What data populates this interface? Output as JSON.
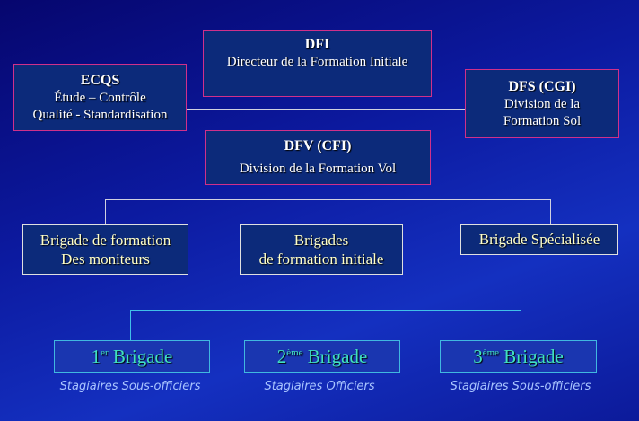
{
  "top": {
    "dfi": {
      "title": "DFI",
      "subtitle": "Directeur de la Formation Initiale"
    },
    "ecqs": {
      "title": "ECQS",
      "line1": "Étude – Contrôle",
      "line2": "Qualité - Standardisation"
    },
    "dfs": {
      "title": "DFS (CGI)",
      "line1": "Division de la",
      "line2": "Formation Sol"
    },
    "dfv": {
      "title": "DFV (CFI)",
      "subtitle": "Division de la Formation Vol"
    }
  },
  "middle": [
    {
      "line1": "Brigade de formation",
      "line2": "Des moniteurs"
    },
    {
      "line1": "Brigades",
      "line2": "de formation initiale"
    },
    {
      "line1": "Brigade Spécialisée"
    }
  ],
  "brigades": [
    {
      "num": "1",
      "sup": "er",
      "label": "Brigade",
      "caption": "Stagiaires Sous-officiers"
    },
    {
      "num": "2",
      "sup": "ème",
      "label": "Brigade",
      "caption": "Stagiaires Officiers"
    },
    {
      "num": "3",
      "sup": "ème",
      "label": "Brigade",
      "caption": "Stagiaires Sous-officiers"
    }
  ]
}
